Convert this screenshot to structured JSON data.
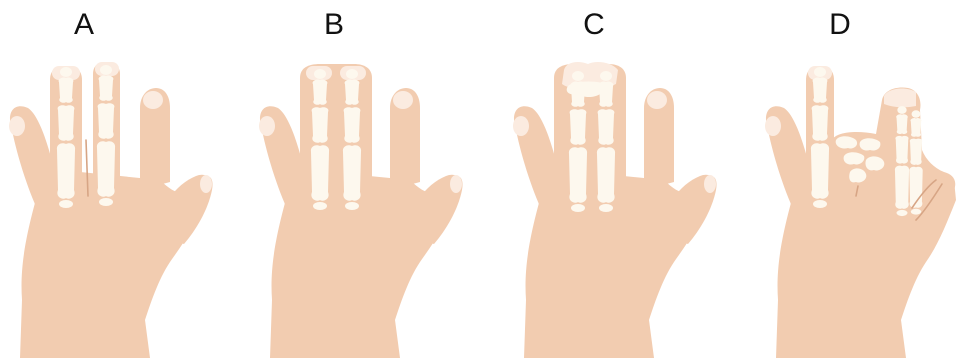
{
  "panels": [
    {
      "id": "A",
      "label": "A"
    },
    {
      "id": "B",
      "label": "B"
    },
    {
      "id": "C",
      "label": "C"
    },
    {
      "id": "D",
      "label": "D"
    }
  ],
  "colors": {
    "skin": "#f2ccb0",
    "nail": "#fbebe0",
    "bone": "#fdf8ee",
    "crease": "#d7a585",
    "label": "#111111"
  },
  "icons": [
    "hand-illustration",
    "finger-bone-icon"
  ]
}
